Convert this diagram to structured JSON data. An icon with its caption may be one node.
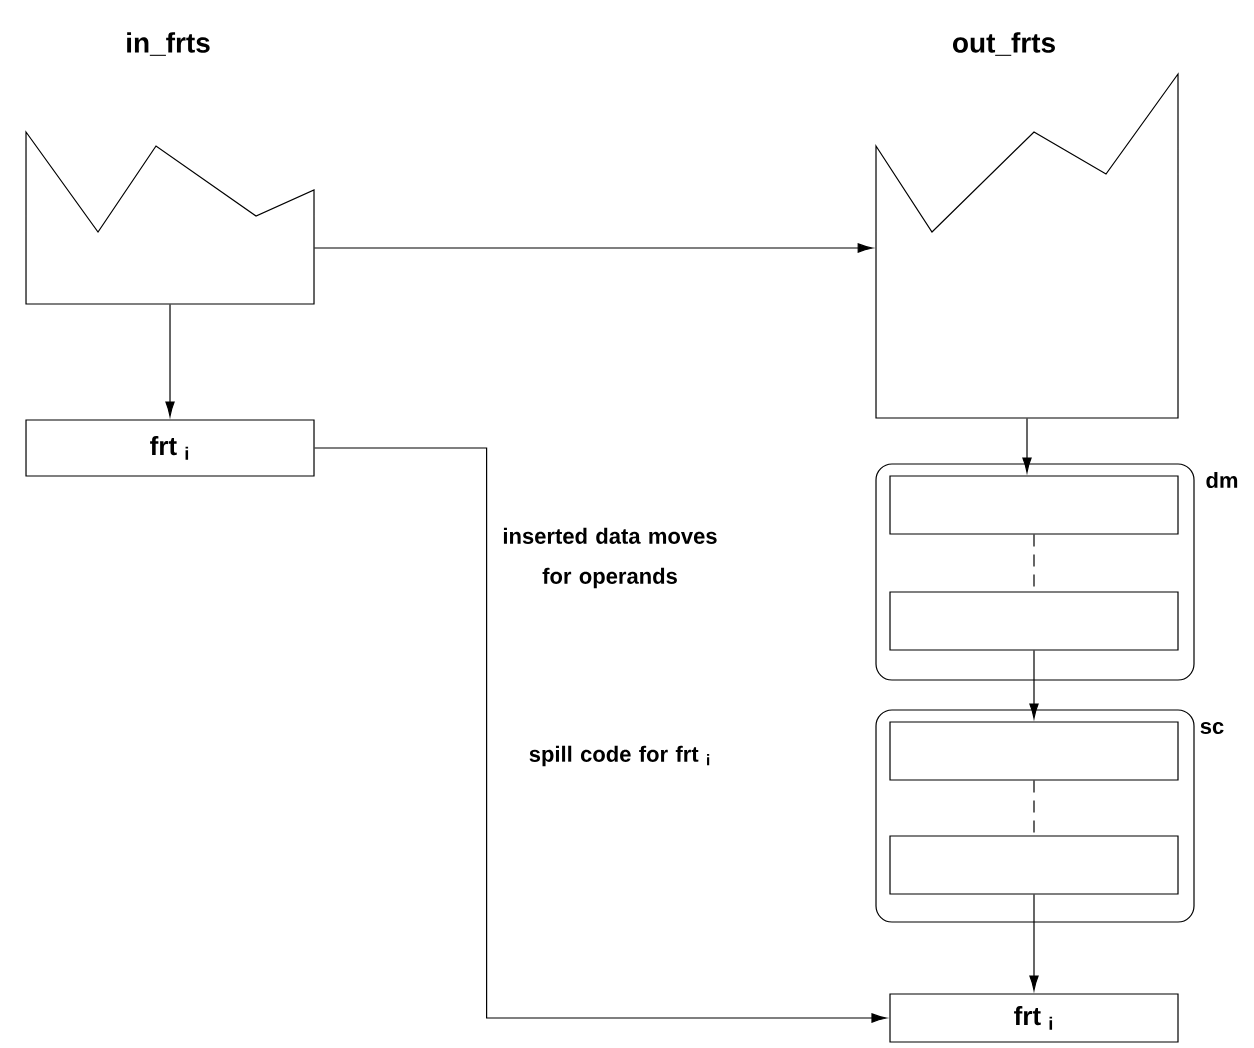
{
  "diagram": {
    "nodes": [
      {
        "text": [
          "in_frts"
        ]
      },
      {
        "text": [
          "out_frts"
        ]
      },
      {
        "text": [
          "frt $_{i}$"
        ]
      },
      {
        "text": [
          "dm"
        ]
      },
      {
        "text": [],
        "shape": "box",
        "in": 3
      },
      {
        "text": [],
        "shape": "box",
        "in": 3
      },
      {
        "text": [
          "sc"
        ]
      },
      {
        "text": [],
        "shape": "box",
        "in": 6
      },
      {
        "text": [],
        "shape": "box",
        "in": 6
      },
      {
        "text": [
          "frt $_{i}$"
        ]
      }
    ],
    "edges": [
      {
        "from": 0,
        "to": 1,
        "arrow": "to"
      },
      {
        "from": 0,
        "to": 2,
        "arrow": "to"
      },
      {
        "from": 2,
        "to": 9,
        "arrow": "to"
      },
      {
        "from": 1,
        "to": 4,
        "arrow": "to"
      },
      {
        "from": 4,
        "to": 5,
        "arrow": "none",
        "style": "dashed"
      },
      {
        "from": 5,
        "to": 7,
        "arrow": "to"
      },
      {
        "from": 7,
        "to": 8,
        "arrow": "none",
        "style": "dashed"
      },
      {
        "from": 8,
        "to": 9,
        "arrow": "to"
      }
    ],
    "labels": [
      "inserted data moves for operands",
      "spill code for frt $_{i}$"
    ]
  }
}
